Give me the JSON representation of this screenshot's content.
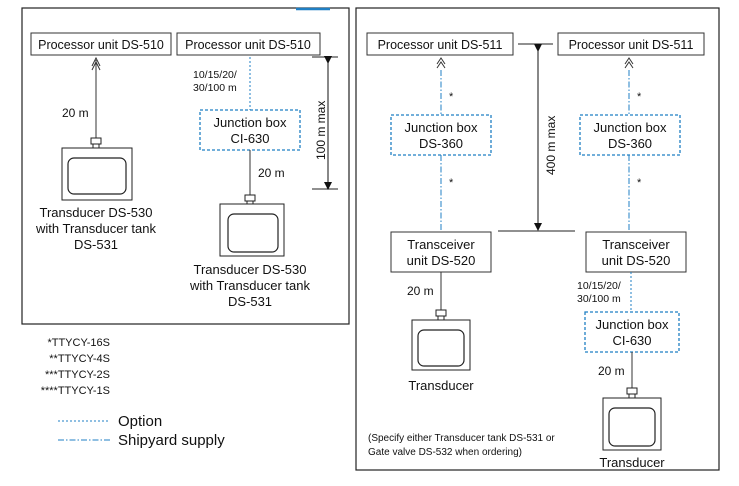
{
  "left_panel": {
    "processor_1": "Processor unit DS-510",
    "processor_2": "Processor unit DS-510",
    "cable_len_1": "20 m",
    "option_lengths": [
      "10/15/20/",
      "30/100 m"
    ],
    "junction_box": [
      "Junction box",
      "CI-630"
    ],
    "cable_len_2": "20 m",
    "max_label": "100 m max",
    "transducer_1": [
      "Transducer DS-530",
      "with Transducer tank",
      "DS-531"
    ],
    "transducer_2": [
      "Transducer DS-530",
      "with Transducer tank",
      "DS-531"
    ]
  },
  "legend": {
    "cables": [
      "*TTYCY-16S",
      "**TTYCY-4S",
      "***TTYCY-2S",
      "****TTYCY-1S"
    ],
    "option_label": "Option",
    "shipyard_label": "Shipyard supply"
  },
  "right_panel": {
    "processor_1": "Processor unit DS-511",
    "processor_2": "Processor unit DS-511",
    "star": "*",
    "junction_1": [
      "Junction box",
      "DS-360"
    ],
    "junction_2": [
      "Junction box",
      "DS-360"
    ],
    "max_label": "400 m max",
    "transceiver_1": [
      "Transceiver",
      "unit DS-520"
    ],
    "transceiver_2": [
      "Transceiver",
      "unit DS-520"
    ],
    "cable_len_1": "20 m",
    "option_lengths": [
      "10/15/20/",
      "30/100 m"
    ],
    "junction_3": [
      "Junction box",
      "CI-630"
    ],
    "cable_len_2": "20 m",
    "transducer_1": "Transducer",
    "transducer_2": "Transducer",
    "note": [
      "(Specify either Transducer tank DS-531 or",
      "Gate valve DS-532 when ordering)"
    ]
  },
  "colors": {
    "accent": "#1f7fc4",
    "line": "#333333"
  }
}
